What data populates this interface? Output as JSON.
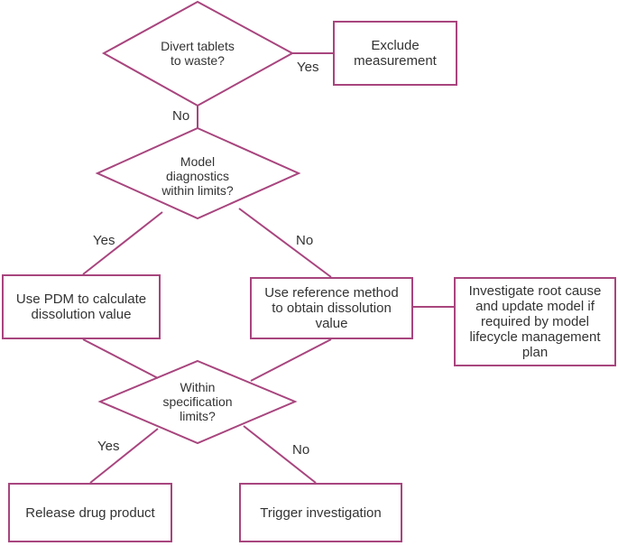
{
  "diagram": {
    "stroke_color": "#a8457e",
    "text_color": "#333333",
    "nodes": {
      "divert": "Divert tablets to waste?",
      "exclude": "Exclude measurement",
      "diagnostics": "Model diagnostics within limits?",
      "use_pdm": "Use PDM to calculate dissolution value",
      "use_reference": "Use reference method to obtain dissolution value",
      "investigate_root": "Investigate root cause and update model if required by model lifecycle management plan",
      "within_spec": "Within specification limits?",
      "release": "Release drug product",
      "trigger": "Trigger investigation"
    },
    "edges": {
      "divert_yes": "Yes",
      "divert_no": "No",
      "diagnostics_yes": "Yes",
      "diagnostics_no": "No",
      "spec_yes": "Yes",
      "spec_no": "No"
    }
  }
}
